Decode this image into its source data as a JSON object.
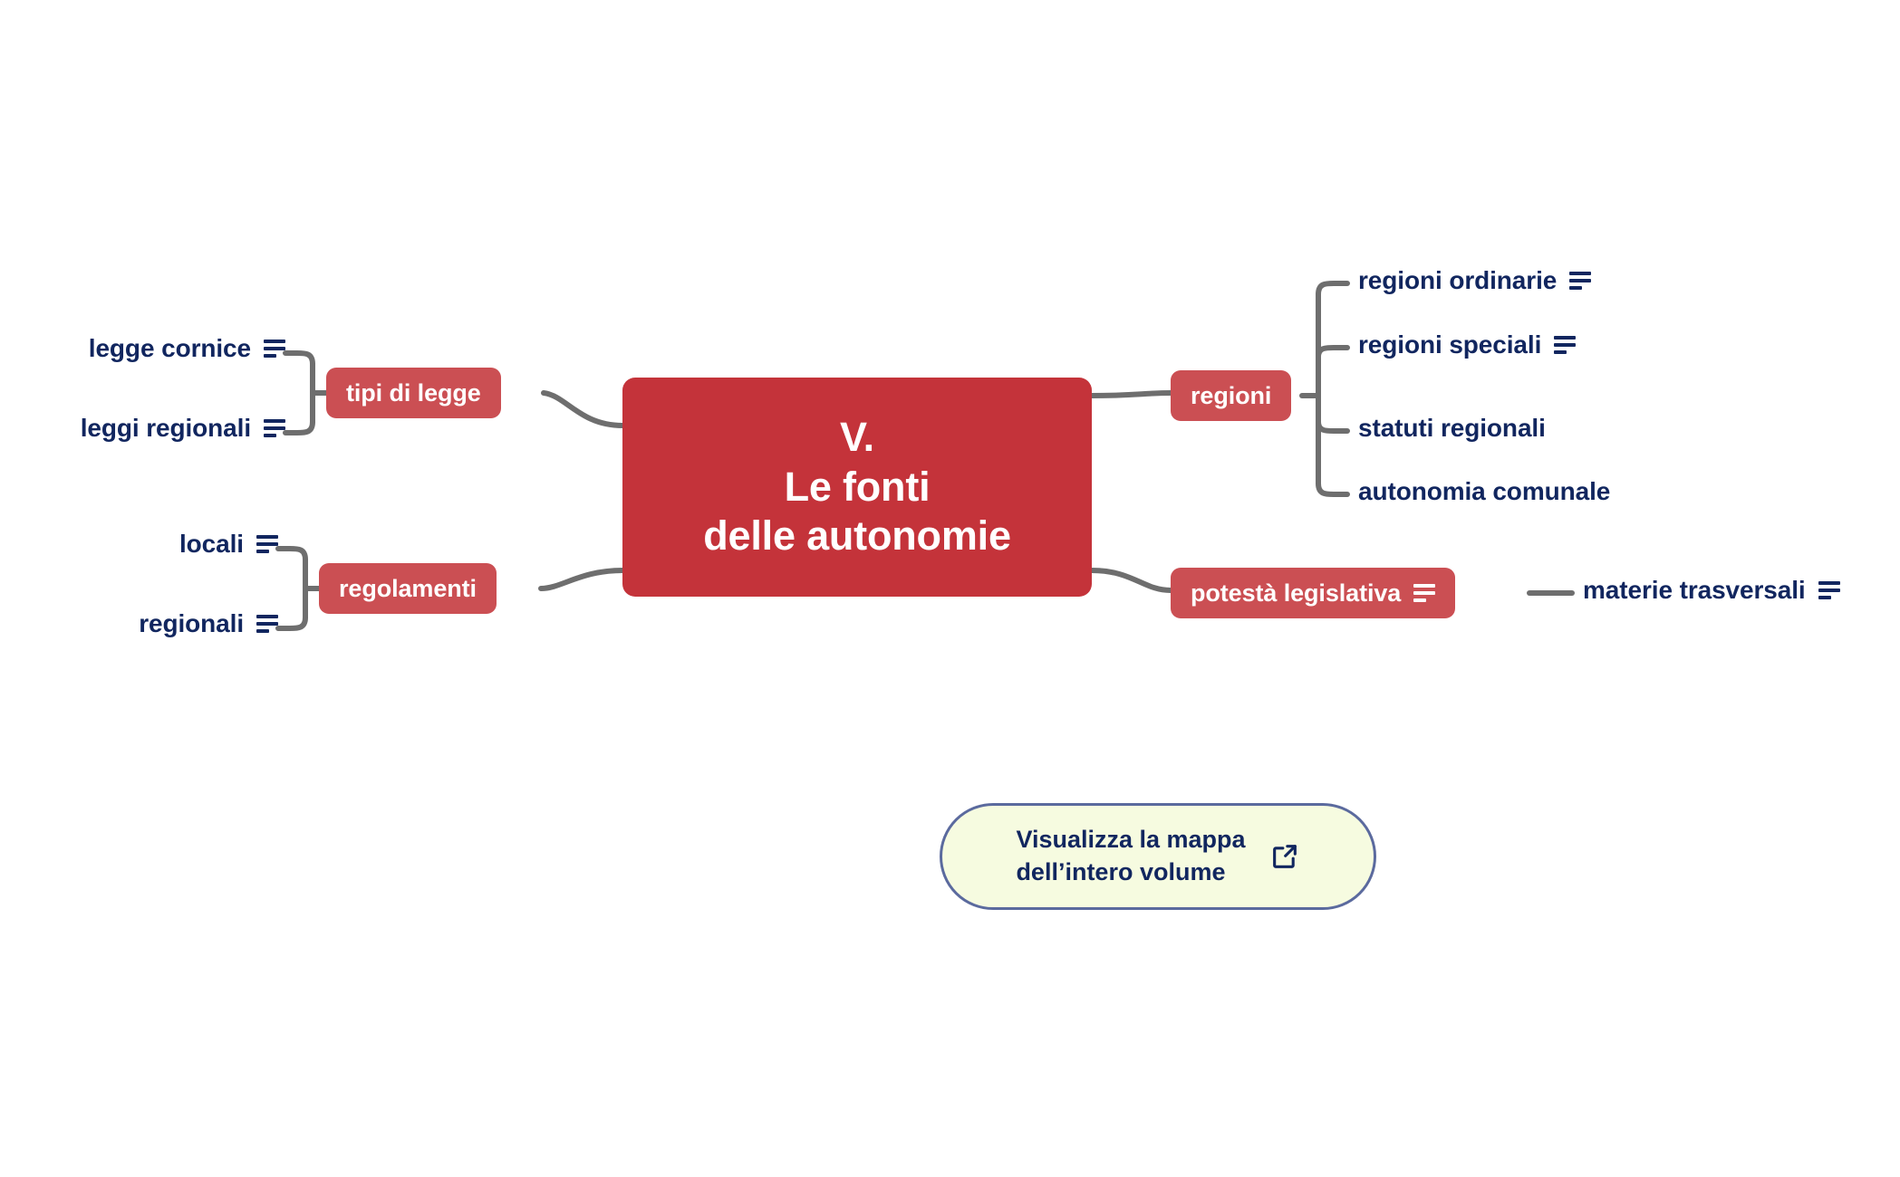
{
  "map": {
    "title_lines": "V.\nLe fonti\ndelle autonomie",
    "central_color": "#C4333A",
    "branch_color": "#CB4F53",
    "text_color": "#11265F",
    "connector_color": "#6E6E6E",
    "canvas_background": "#FFFFFF"
  },
  "branches": {
    "tipi_di_legge": {
      "label": "tipi di legge",
      "has_note": false,
      "children": [
        {
          "label": "legge cornice",
          "has_note": true
        },
        {
          "label": "leggi regionali",
          "has_note": true
        }
      ]
    },
    "regolamenti": {
      "label": "regolamenti",
      "has_note": false,
      "children": [
        {
          "label": "locali",
          "has_note": true
        },
        {
          "label": "regionali",
          "has_note": true
        }
      ]
    },
    "regioni": {
      "label": "regioni",
      "has_note": false,
      "children": [
        {
          "label": "regioni ordinarie",
          "has_note": true
        },
        {
          "label": "regioni speciali",
          "has_note": true
        },
        {
          "label": "statuti regionali",
          "has_note": false
        },
        {
          "label": "autonomia comunale",
          "has_note": false
        }
      ]
    },
    "potesta_legislativa": {
      "label": "potestà legislativa",
      "has_note": true,
      "children": [
        {
          "label": "materie trasversali",
          "has_note": true
        }
      ]
    }
  },
  "button": {
    "text": "Visualizza la mappa\ndell’intero volume",
    "icon": "external-link-icon",
    "background": "#F6FBE0",
    "border_color": "#5B6A9E"
  }
}
